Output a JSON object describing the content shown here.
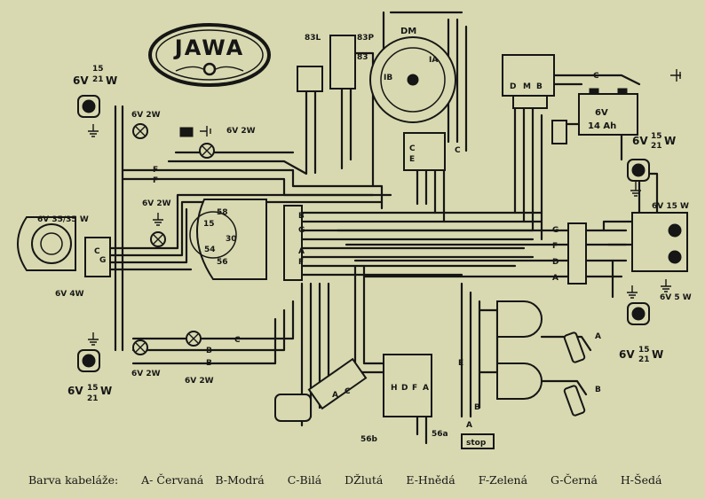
{
  "logo": {
    "text": "JAWA"
  },
  "lamp_labels": {
    "indicator_front_left": {
      "volts": "6V",
      "watts": "15",
      "alt_watts": "21",
      "unit": "W"
    },
    "indicator_rear_left": {
      "volts": "6V",
      "watts": "15",
      "alt_watts": "21",
      "unit": "W"
    },
    "indicator_front_right": {
      "volts": "6V",
      "watts": "15",
      "alt_watts": "21",
      "unit": "W"
    },
    "indicator_rear_right": {
      "volts": "6V",
      "watts": "15",
      "alt_watts": "21",
      "unit": "W"
    },
    "pilot_upper": "6V 2W",
    "pilot_upper_right": "6V 2W",
    "pilot_lower": "6V 2W",
    "pilot_lower_right": "6V 2W",
    "switch_lamp": "6V 2W",
    "headlamp": "6V 35/35 W",
    "parking": "6V 4W",
    "tail": "6V 15 W",
    "plate": "6V 5 W"
  },
  "battery": {
    "volts": "6V",
    "capacity": "14 Ah"
  },
  "terminals": {
    "t83L": "83L",
    "t83P": "83P",
    "t83": "83",
    "dm": "DM",
    "ib": "IB",
    "ia": "IA",
    "d": "D",
    "m": "M",
    "b": "B",
    "c": "C",
    "t15": "15",
    "t58": "58",
    "t30": "30",
    "t54": "54",
    "t56": "56",
    "t56a": "56a",
    "t56b": "56b",
    "stop": "stop",
    "coil_a": "A",
    "coil_b": "B",
    "wire_a": "A",
    "wire_b": "B",
    "wire_c": "C",
    "wire_d": "D",
    "wire_e": "E",
    "wire_f": "F",
    "wire_g": "G",
    "wire_h": "H"
  },
  "legend": {
    "title": "Barva kabeláže:",
    "items": [
      "A- Červaná",
      "B-Modrá",
      "C-Bilá",
      "DŽlutá",
      "E-Hnědá",
      "F-Zelená",
      "G-Černá",
      "H-Šedá"
    ]
  }
}
